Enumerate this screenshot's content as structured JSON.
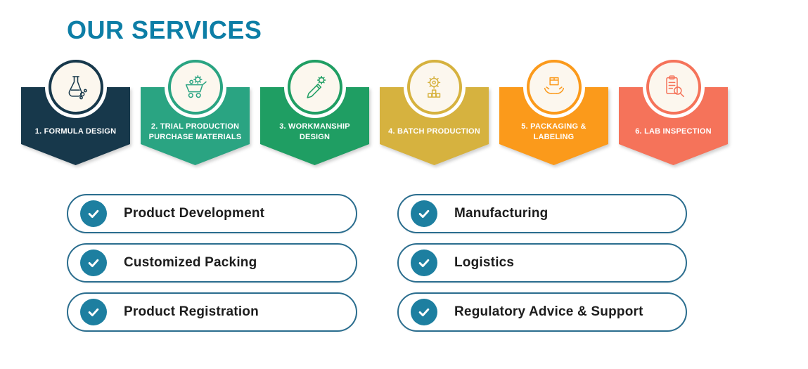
{
  "title": "OUR SERVICES",
  "colors": {
    "title": "#0d7ea6",
    "pill_border": "#2a6d8e",
    "check_circle": "#1d7fa0",
    "circle_bg": "#fcf7ee"
  },
  "steps": [
    {
      "label": "1. FORMULA DESIGN",
      "color": "#17384b",
      "icon": "flask-icon"
    },
    {
      "label": "2. TRIAL PRODUCTION PURCHASE MATERIALS",
      "color": "#2aa482",
      "icon": "cart-gear-icon"
    },
    {
      "label": "3. WORKMANSHIP DESIGN",
      "color": "#1f9e63",
      "icon": "pencil-gear-icon"
    },
    {
      "label": "4. BATCH PRODUCTION",
      "color": "#d6b23f",
      "icon": "gear-blocks-icon"
    },
    {
      "label": "5. PACKAGING & LABELING",
      "color": "#fb9a1b",
      "icon": "hands-box-icon"
    },
    {
      "label": "6. LAB INSPECTION",
      "color": "#f5735a",
      "icon": "clipboard-magnifier-icon"
    }
  ],
  "services": [
    {
      "label": "Product Development"
    },
    {
      "label": "Manufacturing"
    },
    {
      "label": "Customized Packing"
    },
    {
      "label": "Logistics"
    },
    {
      "label": "Product Registration"
    },
    {
      "label": "Regulatory Advice & Support"
    }
  ]
}
